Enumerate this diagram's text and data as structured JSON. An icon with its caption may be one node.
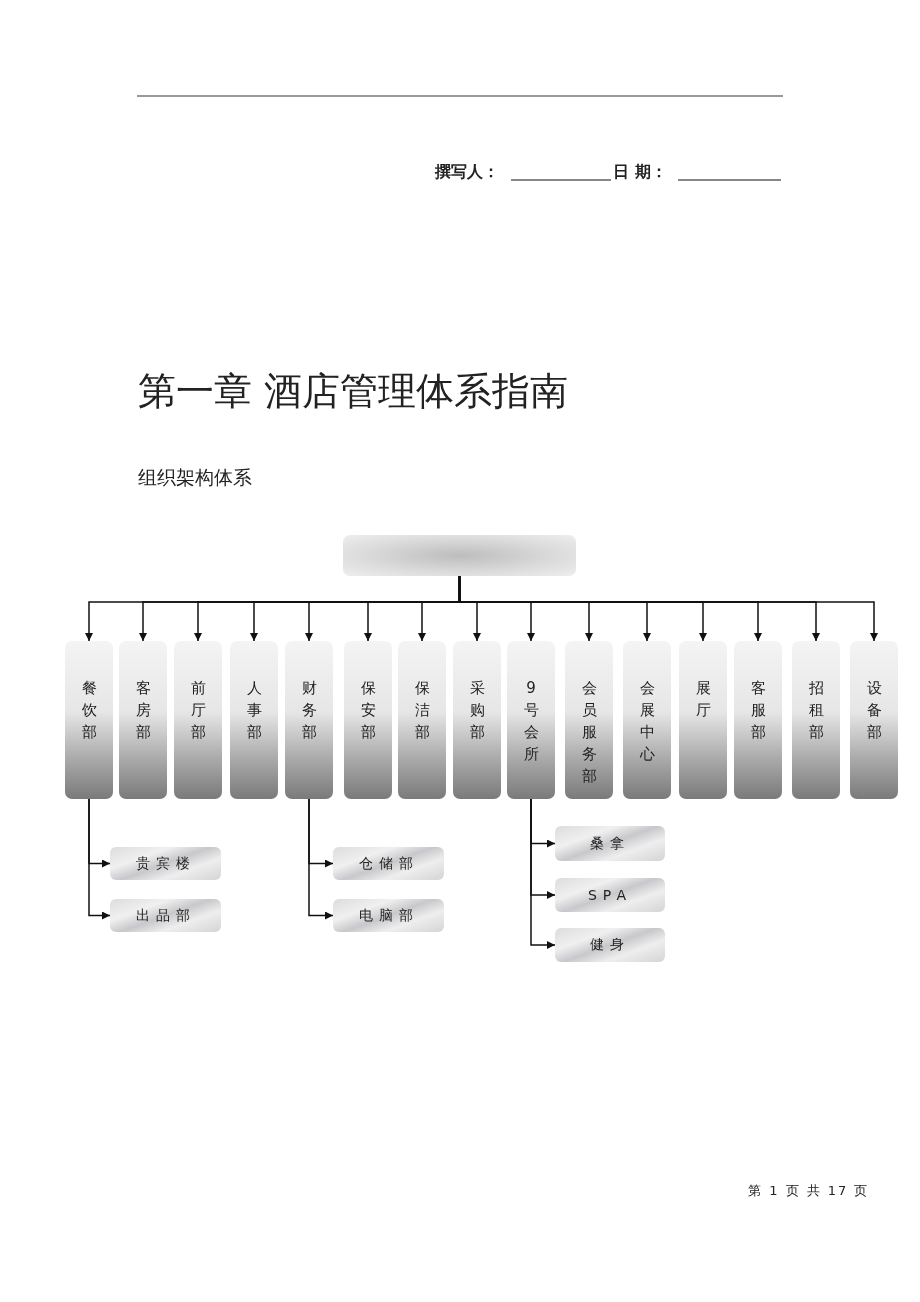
{
  "diagram": {
    "title": "第一章 酒店管理体系指南",
    "nodes": [
      {
        "text": [],
        "shape": "box"
      },
      {
        "text": [
          "餐饮部"
        ]
      },
      {
        "text": [
          "客房部"
        ]
      },
      {
        "text": [
          "前厅部"
        ]
      },
      {
        "text": [
          "人事部"
        ]
      },
      {
        "text": [
          "财务部"
        ]
      },
      {
        "text": [
          "保安部"
        ]
      },
      {
        "text": [
          "保洁部"
        ]
      },
      {
        "text": [
          "采购部"
        ]
      },
      {
        "text": [
          "9号会所"
        ]
      },
      {
        "text": [
          "会员服务部"
        ]
      },
      {
        "text": [
          "会展中心"
        ]
      },
      {
        "text": [
          "展厅"
        ]
      },
      {
        "text": [
          "客服部"
        ]
      },
      {
        "text": [
          "招租部"
        ]
      },
      {
        "text": [
          "设备部"
        ]
      },
      {
        "text": [
          "贵宾楼"
        ]
      },
      {
        "text": [
          "出品部"
        ]
      },
      {
        "text": [
          "仓储部"
        ]
      },
      {
        "text": [
          "电脑部"
        ]
      },
      {
        "text": [
          "桑拿"
        ]
      },
      {
        "text": [
          "SPA"
        ]
      },
      {
        "text": [
          "健身"
        ]
      }
    ],
    "edges": [
      {
        "from": 0,
        "to": 1,
        "arrow": "to"
      },
      {
        "from": 0,
        "to": 2,
        "arrow": "to"
      },
      {
        "from": 0,
        "to": 3,
        "arrow": "to"
      },
      {
        "from": 0,
        "to": 4,
        "arrow": "to"
      },
      {
        "from": 0,
        "to": 5,
        "arrow": "to"
      },
      {
        "from": 0,
        "to": 6,
        "arrow": "to"
      },
      {
        "from": 0,
        "to": 7,
        "arrow": "to"
      },
      {
        "from": 0,
        "to": 8,
        "arrow": "to"
      },
      {
        "from": 0,
        "to": 9,
        "arrow": "to"
      },
      {
        "from": 0,
        "to": 10,
        "arrow": "to"
      },
      {
        "from": 0,
        "to": 11,
        "arrow": "to"
      },
      {
        "from": 0,
        "to": 12,
        "arrow": "to"
      },
      {
        "from": 0,
        "to": 13,
        "arrow": "to"
      },
      {
        "from": 0,
        "to": 14,
        "arrow": "to"
      },
      {
        "from": 0,
        "to": 15,
        "arrow": "to"
      },
      {
        "from": 1,
        "to": 16,
        "arrow": "to"
      },
      {
        "from": 1,
        "to": 17,
        "arrow": "to"
      },
      {
        "from": 5,
        "to": 18,
        "arrow": "to"
      },
      {
        "from": 5,
        "to": 19,
        "arrow": "to"
      },
      {
        "from": 9,
        "to": 20,
        "arrow": "to"
      },
      {
        "from": 9,
        "to": 21,
        "arrow": "to"
      },
      {
        "from": 9,
        "to": 22,
        "arrow": "to"
      }
    ],
    "labels": [
      "撰写人：",
      "日 期：",
      "组织架构体系",
      "第 1 页 共 17 页"
    ]
  }
}
